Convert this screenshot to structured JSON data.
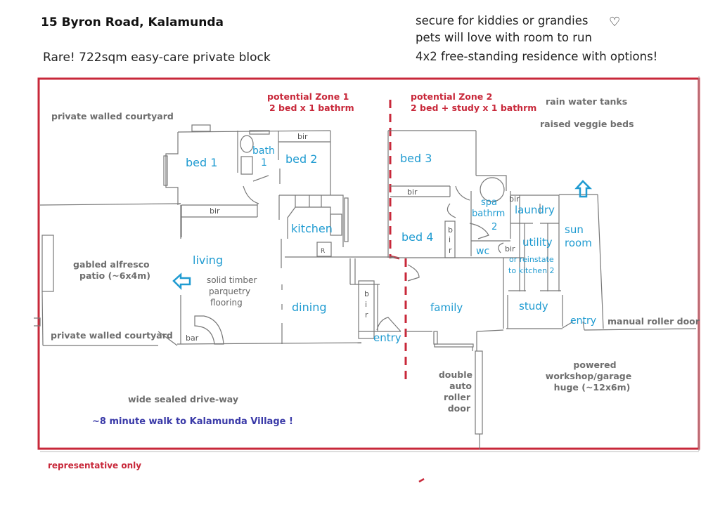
{
  "header": {
    "address": "15 Byron Road, Kalamunda",
    "subtitle": "Rare!  722sqm easy-care private block",
    "taglines": [
      "secure for kiddies or grandies",
      "pets will love with room to run",
      "4x2 free-standing residence with options!"
    ],
    "heart_icon": "♡"
  },
  "zones": {
    "zone1": {
      "title": "potential Zone 1",
      "detail": "2 bed x 1 bathrm"
    },
    "zone2": {
      "title": "potential Zone 2",
      "detail": "2 bed + study x 1 bathrm"
    }
  },
  "outdoor": {
    "courtyard_top": "private walled courtyard",
    "courtyard_bottom": "private walled courtyard",
    "patio_line1": "gabled alfresco",
    "patio_line2": "patio (~6x4m)",
    "rain_tanks": "rain water tanks",
    "veggie_beds": "raised veggie beds",
    "driveway": "wide sealed drive-way",
    "walk": "~8 minute walk to Kalamunda Village !",
    "manual_door": "manual roller door",
    "double_door": [
      "double",
      "auto",
      "roller",
      "door"
    ],
    "workshop": [
      "powered",
      "workshop/garage",
      "huge (~12x6m)"
    ]
  },
  "rooms": {
    "bed1": "bed 1",
    "bath1": [
      "bath",
      "1"
    ],
    "bed2": "bed 2",
    "kitchen": "kitchen",
    "living": "living",
    "dining": "dining",
    "flooring": [
      "solid timber",
      "parquetry",
      "flooring"
    ],
    "bar": "bar",
    "bed3": "bed 3",
    "bed4": "bed 4",
    "spa": [
      "spa",
      "bathrm",
      "2"
    ],
    "wc": "wc",
    "laundry": "laundry",
    "utility": "utility",
    "reinstate": [
      "or reinstate",
      "to kitchen 2"
    ],
    "sunroom": [
      "sun",
      "room"
    ],
    "family": "family",
    "study": "study",
    "entry_main": "entry",
    "entry_side": "entry",
    "bir": "bir",
    "bir_vertical": [
      "b",
      "i",
      "r"
    ],
    "fridge": "R"
  },
  "footer": {
    "disclaimer": "representative only"
  },
  "colors": {
    "boundary": "#c8283a",
    "room_label": "#1f9bd1",
    "grey_label": "#6e6e6e",
    "walk_label": "#3a3aa8"
  }
}
